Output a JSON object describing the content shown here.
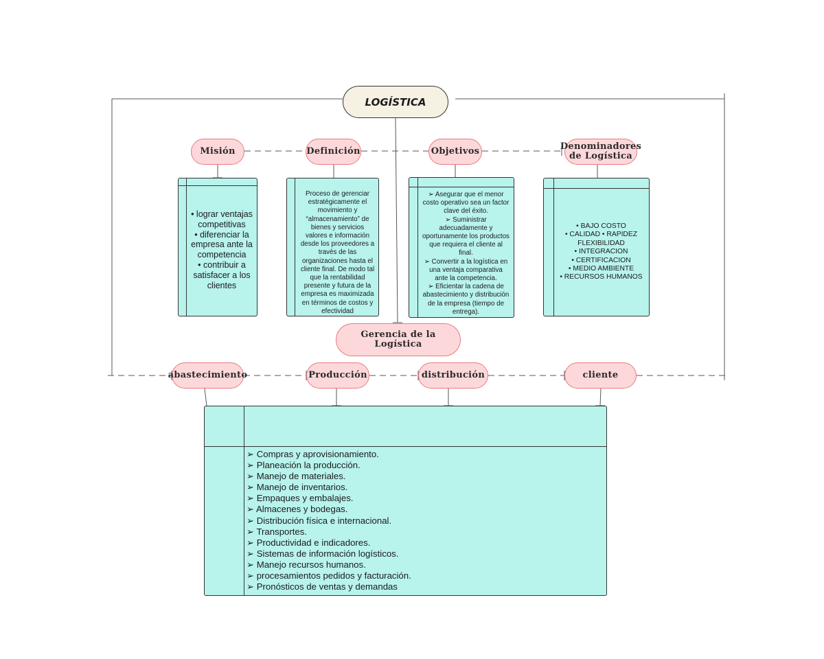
{
  "root": {
    "title": "LOGÍSTICA"
  },
  "top_nodes": {
    "mision": "Misión",
    "definicion": "Definición",
    "objetivos": "Objetivos",
    "denominadores": "Denominadores\nde Logística"
  },
  "cards": {
    "mision": "• lograr ventajas\ncompetitivas\n• diferenciar la\nempresa ante la\ncompetencia\n• contribuir a\nsatisfacer a los\nclientes",
    "definicion": "Proceso de gerenciar\nestratégicamente el\nmovimiento y\n“almacenamiento” de\nbienes y servicios\nvalores e información\ndesde los proveedores a\ntravés de las\norganizaciones hasta el\ncliente final. De modo tal\nque la rentabilidad\npresente y futura de la\nempresa es maximizada\nen términos de costos y\nefectividad",
    "objetivos": "➢ Asegurar que el menor\ncosto operativo sea un factor\nclave del éxito.\n➢ Suministrar\nadecuadamente y\noportunamente los productos\nque requiera el cliente al\nfinal.\n➢ Convertir a la logística en\nuna ventaja comparativa\nante la competencia.\n➢ Eficientar la cadena de\nabastecimiento y distribución\nde la empresa (tiempo de\nentrega).",
    "denominadores": "• BAJO COSTO\n• CALIDAD • RAPIDEZ\nFLEXIBILIDAD\n• INTEGRACION\n• CERTIFICACION\n• MEDIO AMBIENTE\n• RECURSOS HUMANOS"
  },
  "gerencia": "Gerencia de la Logística",
  "bottom_nodes": {
    "abastecimiento": "abastecimiento",
    "produccion": "Producción",
    "distribucion": "distribución",
    "cliente": "cliente"
  },
  "activities": [
    "➢ Compras y aprovisionamiento.",
    "➢ Planeación la producción.",
    "➢ Manejo de materiales.",
    "➢ Manejo de inventarios.",
    "➢ Empaques y embalajes.",
    "➢ Almacenes y bodegas.",
    "➢ Distribución física e internacional.",
    "➢ Transportes.",
    "➢ Productividad e indicadores.",
    "➢ Sistemas de información logísticos.",
    "➢ Manejo recursos humanos.",
    "➢ procesamientos pedidos y facturación.",
    "➢ Pronósticos de ventas y demandas"
  ],
  "colors": {
    "pill_fill": "#fdd8da",
    "pill_border": "#e87a82",
    "card_fill": "#b8f3ec",
    "root_fill": "#f6f1e3"
  }
}
